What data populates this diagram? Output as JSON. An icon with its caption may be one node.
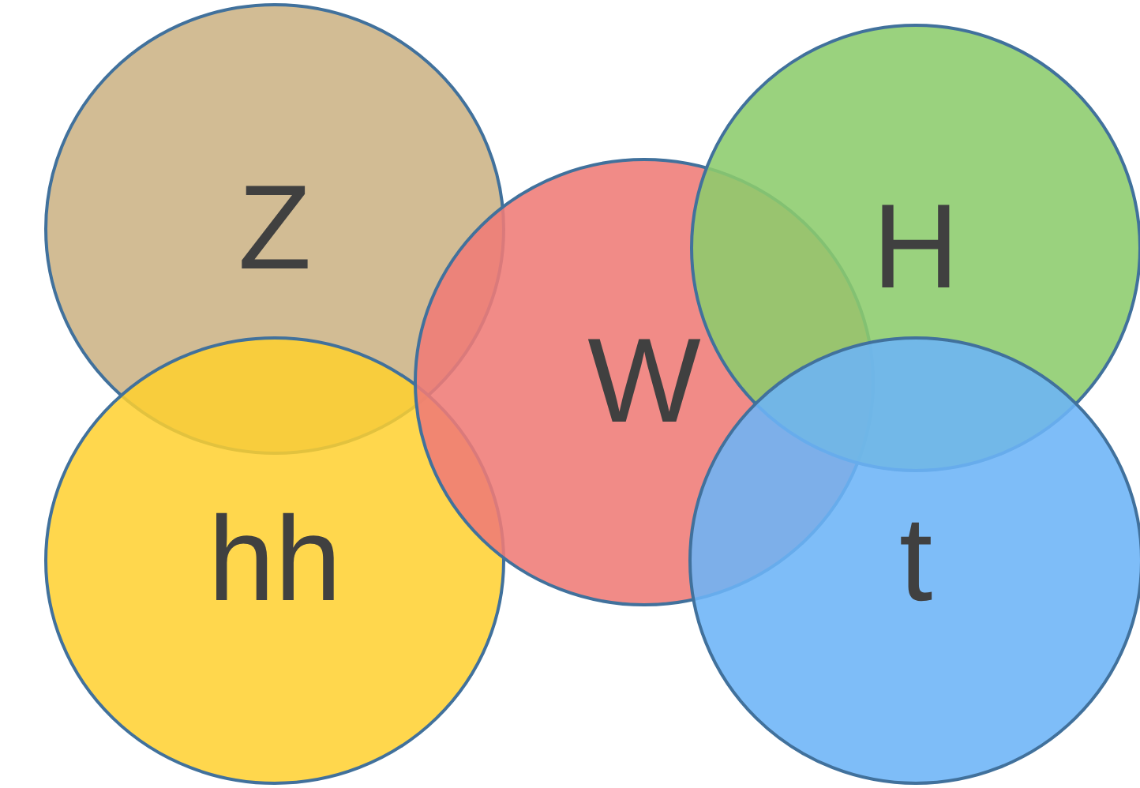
{
  "diagram": {
    "nodes": [
      {
        "text": [
          "Z"
        ]
      },
      {
        "text": [
          "H"
        ]
      },
      {
        "text": [
          "W"
        ]
      },
      {
        "text": [
          "hh"
        ]
      },
      {
        "text": [
          "t"
        ]
      }
    ]
  }
}
